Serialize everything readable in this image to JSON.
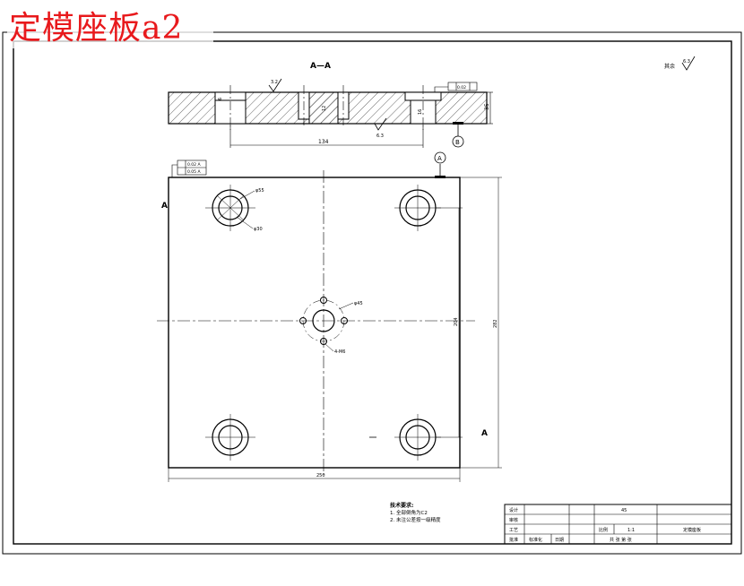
{
  "watermark": "定模座板a2",
  "section": {
    "title": "A—A",
    "roughness_marks": [
      "3.2",
      "6.3"
    ],
    "dims": {
      "width": "134",
      "thickness": "35",
      "depth_a": "6",
      "depth_b": "12",
      "depth_c": "16"
    },
    "datum_label": "B",
    "tolerance_value": "0.02"
  },
  "plan": {
    "datum_top": "A",
    "datum_side": "A",
    "cut_left": "A",
    "cut_right": "A",
    "dims": {
      "bore_large": "φ55",
      "bore_small": "φ30",
      "center_hole": "φ45",
      "thread": "4-M6",
      "width": "250",
      "height": "282",
      "pitch": "204"
    },
    "tolerances": [
      "0.02 A",
      "0.05 A"
    ]
  },
  "rest_roughness": {
    "label": "其余",
    "value": "6.3"
  },
  "tech_notes": {
    "title": "技术要求:",
    "lines": [
      "1. 全部倒角为C2",
      "2. 未注公差按一级精度"
    ]
  },
  "title_block": {
    "rows": [
      "设计",
      "审核",
      "工艺",
      "批准"
    ],
    "part_name": "定模座板",
    "scale_label": "比例",
    "scale": "1:1",
    "material": "45",
    "sheet_info": "共 张 第 张",
    "std_label": "标准化",
    "date_label": "日期"
  }
}
